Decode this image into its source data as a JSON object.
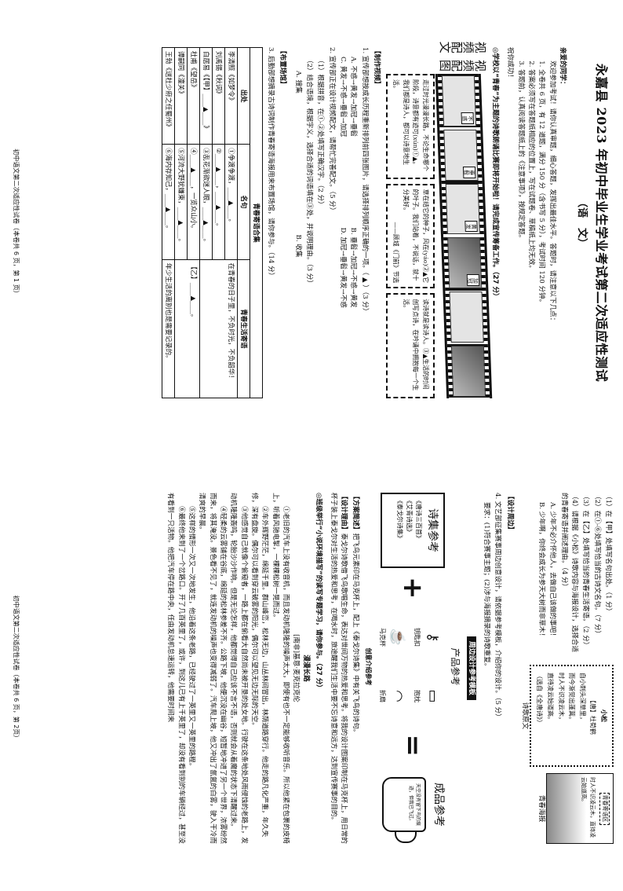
{
  "page1": {
    "title": "永嘉县 2023 年初中毕业生学业考试第二次适应性测试",
    "subtitle": "（语　文）",
    "greeting": "亲爱的同学：",
    "intro": [
      "欢迎参加考试！请你认真审题，细心答题，发挥出最佳水平。答题时，请注意以下几点：",
      "1. 全卷共 6 页，有 12 道题，满分 150 分（含书写 5 分），考试时间 120 分钟。",
      "2. 答案必须写在答题纸相应的位置上，写在试题卷、草稿纸上均无效。",
      "3. 答题前，认真阅读答题纸上的《注意事项》，按规定答题。",
      "祝你成功！"
    ],
    "section_intro": "◎学校以“青春”为主题的诗歌朗诵比赛即将开始啦！请完成宣传筹备工作。（27 分）",
    "video_labels": [
      "视频配图",
      "视频配文"
    ],
    "frame_tags": [
      "不惑",
      "垂髫",
      "黄发",
      "加冠",
      "",
      ""
    ],
    "captions": [
      {
        "text": "走过时光漫漫长路，不论生命哪个阶段，诗意都有迹可(xún)①▲。我们都是诗人，都可以诗意地生活。"
      },
      {
        "text": "草在结它的种子，风在(yáo)②▲它的叶子。我们站着，不说话，就十分美好。",
        "source": "——顾城《门前》节选"
      },
      {
        "text": "读诗就是读诗人。③▲生活的时间创写点诗，在吟诵中拥抱每一个生活。"
      }
    ],
    "video_section_header": "【制作视频】",
    "q1": {
      "stem": "1. 宣传部想按成长历程重新排列前四张图片，请选择排列顺序正确的一项。（ ▲ ）（3 分）",
      "options": [
        "A. 不惑→黄发→加冠→垂髫",
        "B. 垂髫→加冠→不惑→黄发",
        "C. 黄发→不惑→垂髫→加冠",
        "D. 加冠→垂髫→黄发→不惑"
      ]
    },
    "q2": {
      "stem": "2. 宣传部正在设计视频配文，请帮忙完善配文。（5 分）",
      "sub1": "（1）根据拼音，在①-②处填写正确汉字。（2 分）",
      "sub2": "（2）结合语境，根据字义，选择合适的词语填在③处，并说明理由。（3 分）",
      "options": [
        "A. 搜集",
        "B. 收集"
      ]
    },
    "venue_section_header": "【布置场馆】",
    "q3": {
      "stem": "3. 后勤部想摘录古诗词制作青春寄语海报用来布置场馆，请你参与。（14 分）",
      "table_title": "青春寄语合集",
      "headers": [
        "出处",
        "名句",
        "青春生活寄语"
      ],
      "rows": [
        [
          "李清照《如梦令》",
          "①争渡争渡，____▲____。",
          "在青春的日子里，不负时光，不负韶华！"
        ],
        [
          "刘禹锡《秋词》",
          "②____▲____，____▲____。",
          ""
        ],
        [
          "白居易《【甲】____▲____》",
          "③乱花渐欲迷人眼，____▲____。",
          ""
        ],
        [
          "杜甫《望岳》",
          "④____▲____，一览众山小。",
          "【乙】____▲____。"
        ],
        [
          "谭嗣同《潼关》",
          "⑤河流大野犹嫌束，____▲____。",
          ""
        ],
        [
          "王勃《送杜少府之任蜀州》",
          "⑥海内存知己，____▲____。",
          "年少生活的离别也是需要记录的。"
        ]
      ]
    },
    "footer": "初中语文第二次适应性试卷（本卷共 6 页，第 1 页）"
  },
  "page2": {
    "q3_subs": [
      "（1）在【甲】处填写名句出处。（1 分）",
      "（2）在①-⑥处填写恰当的古诗文名句。（7 分）",
      "（3）在【乙】处填写恰当的青春生活寄语。（2 分）",
      "（4）请根据《小松》诗歌内容与海报设计，选择合适的青春寄语并阐述理由。（4 分）"
    ],
    "q3_options": [
      "A. 少年不必介怀他人，去做自己该做的事吧！",
      "B. 少年啊，你终会成长为参天大树而非草木！"
    ],
    "poem": {
      "title": "小松",
      "author": "【唐】杜荀鹤",
      "lines": [
        "自小刺头深草里，",
        "而今渐觉出蓬蒿。",
        "时人不识凌云木，",
        "直待凌云始道高。"
      ],
      "source": "（选自《全唐诗》）",
      "label": "诗歌原文"
    },
    "poster": {
      "tag": "青春寄语区",
      "text": "时人不识凌云木，直待凌云始道高。",
      "label": "青春海报"
    },
    "design_section_header": "【设计周边】",
    "q4": {
      "stem": "4. 文艺部征集赛事周边创意设计，请依据参考模板，介绍你的设计。（5 分）",
      "requirements": "要求：(1)符合赛事主题；(2)涉与海报摘录的诗歌重复。"
    },
    "template_banner": "周边设计参考模板",
    "books": {
      "title": "诗集参考",
      "items": [
        "《唐诗三百首》",
        "《艾青诗选》",
        "《泰戈尔诗集》"
      ]
    },
    "products": {
      "title": "产品参考",
      "items": [
        "钥匙扣",
        "抱枕",
        "马克杯",
        "折扇"
      ]
    },
    "result": {
      "title": "成品参考",
      "mug_text": "天空没有留下鸟的痕迹，但我已飞过。"
    },
    "creative_label": "创意介绍参考",
    "plan_label": "【方案简述】",
    "plan_text": "把飞鸟元素印在马克杯上，配上《泰戈尔诗集》中有关飞鸟的诗句。",
    "reason_label": "【设计理由】",
    "reason_text": "泰戈尔诗歌借飞鸟歌唱生命，表达对世间万物的热爱和思考。将我的设计图案印制在马克杯上，用日常的杯子装上泰戈尔对生活的热爱和思考，在喝水时，旅途醒我们生活中要不忘诗意和远方，达到宣传赛事的目的。",
    "section2_intro": "◎班级举行“小说环境描写”的读写专题学习，请你参与。（27 分）",
    "article": {
      "title": "漫漫长路",
      "author": "[南非]基恩·麦克拉克伦",
      "paragraphs": [
        "①老旧的汽车上没有收音机，而且发动机隆隆的噪声太大，即使有也不一定能够收听音乐。所以他紧在包裹的皮椅上，听着风驰电掣，一棵棵松树一晃而过。",
        "②车外辉野茫茫，绵延千里。群山峰峦，松林无边，山丛林间冒出，林荫道路穿行。他走的路凡化严重，年久失修，深有盘旋。偶尔可以看到穿云破雾的阳光，偶尔可以望见无边无际的天空。",
        "③他感觉自己就像个偷窥者，一路上都在偷看大自然尚未被开垦的处女地。行驶在这条地处风雨侵蚀的老路上，发动机隆隆轰鸣，轮胎沙沙作响。但是无论怎样，他都觉得自己应该不言不语，否则就会从着魔的状态下清醒过来。",
        "④轻柔的云雾铺在谷底，绵延的松林参差不齐。公路下坡，他便沉没在幽谷，短暂地冲进了另一个世界，浓雾纷然而来，将其淹没。景色看不见了，就连发动机的噪声也变得减弱了。汽车爬上坡，他又冲出了氤氲的白雾，驶入干冷而清爽的早晨。",
        "⑤这样的情形一次又一次地发生，他沿着这条老路，已经驶过了一英里又一英里的路程。",
        "⑥最终他来到了一个岔路口。开了几百英里了，或许，到这儿已有上千英里了，却没有看到别的车辆经过，甚至没有看到一只活物。他把汽车停在路中央，任由发动机怠速运转，他需要时间来"
      ]
    },
    "footer": "初中语文第二次适应性试卷（本卷共 6 页，第 2页）"
  }
}
